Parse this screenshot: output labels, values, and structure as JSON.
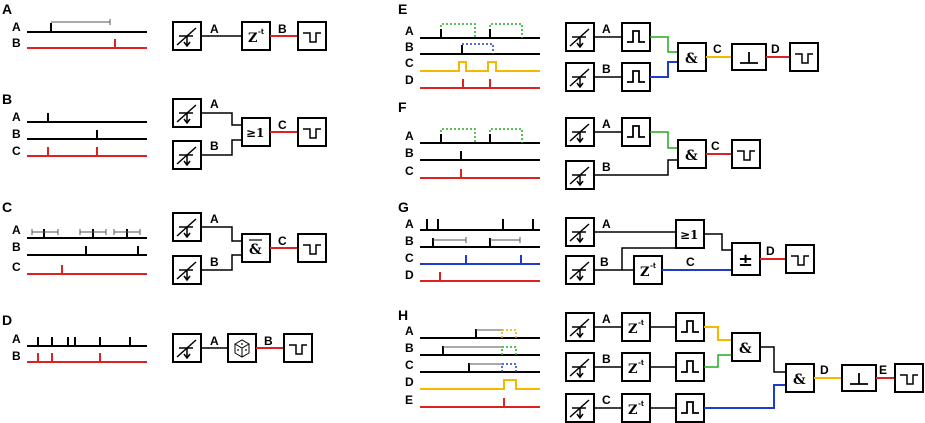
{
  "panels": {
    "A": {
      "label": "A",
      "traces": [
        "A",
        "B"
      ],
      "wires": [
        "A",
        "B"
      ],
      "op": "Z-t"
    },
    "B": {
      "label": "B",
      "traces": [
        "A",
        "B",
        "C"
      ],
      "wires": [
        "A",
        "B",
        "C"
      ],
      "op": "≥1"
    },
    "C": {
      "label": "C",
      "traces": [
        "A",
        "B",
        "C"
      ],
      "wires": [
        "A",
        "B",
        "C"
      ],
      "op": "&"
    },
    "D": {
      "label": "D",
      "traces": [
        "A",
        "B"
      ],
      "wires": [
        "A",
        "B"
      ],
      "op": "random"
    },
    "E": {
      "label": "E",
      "traces": [
        "A",
        "B",
        "C",
        "D"
      ],
      "wires": [
        "A",
        "B",
        "C",
        "D"
      ],
      "op": "&"
    },
    "F": {
      "label": "F",
      "traces": [
        "A",
        "B",
        "C"
      ],
      "wires": [
        "A",
        "B",
        "C"
      ],
      "op": "&"
    },
    "G": {
      "label": "G",
      "traces": [
        "A",
        "B",
        "C",
        "D"
      ],
      "wires": [
        "A",
        "B",
        "C",
        "D"
      ],
      "op": "≥1",
      "op2": "±"
    },
    "H": {
      "label": "H",
      "traces": [
        "A",
        "B",
        "C",
        "D",
        "E"
      ],
      "wires": [
        "A",
        "B",
        "C",
        "D",
        "E"
      ],
      "op": "&"
    }
  },
  "symbols": {
    "delay": "Z",
    "delay_exp": "-t",
    "or": "≥1",
    "and": "&",
    "pm": "±"
  },
  "colors": {
    "red": "#d22",
    "blue": "#1e3cc8",
    "yellow": "#f5b800",
    "green": "#22aa22",
    "black": "#000000"
  }
}
